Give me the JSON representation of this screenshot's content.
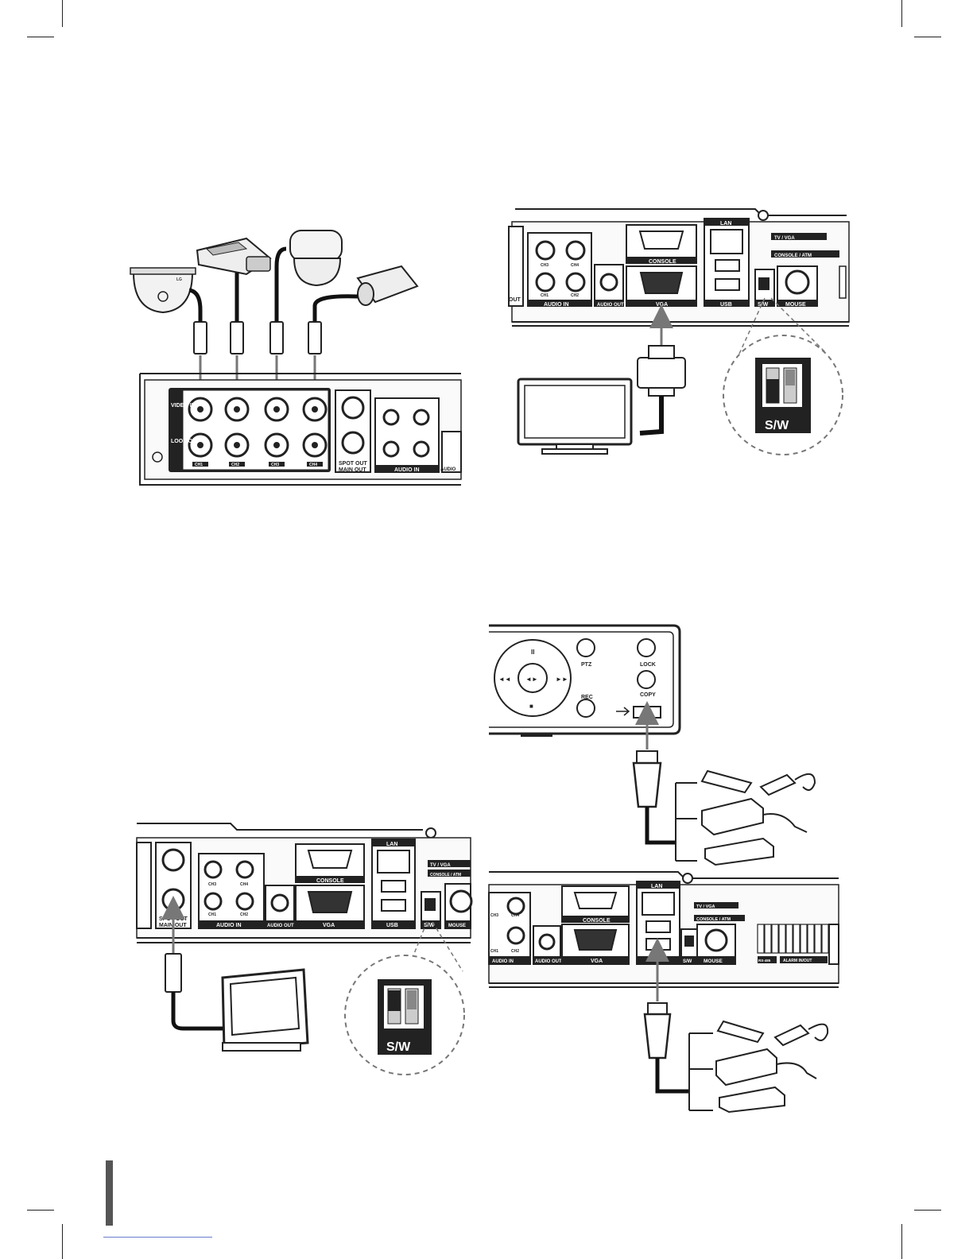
{
  "fig_video": {
    "video_in": "VIDEO IN",
    "loop_out": "LOOP OUT",
    "ch1": "CH1",
    "ch2": "CH2",
    "ch3": "CH3",
    "ch4": "CH4",
    "spot_out": "SPOT OUT",
    "main_out": "MAIN OUT",
    "audio_in": "AUDIO IN",
    "audio_cut": "AUDIO",
    "camera_logo": "LG"
  },
  "fig_vga": {
    "console": "CONSOLE",
    "vga": "VGA",
    "lan": "LAN",
    "usb": "USB",
    "sw": "S/W",
    "mouse": "MOUSE",
    "audio_in": "AUDIO IN",
    "audio_out": "AUDIO OUT",
    "ch1": "CH1",
    "ch2": "CH2",
    "ch3": "CH3",
    "ch4": "CH4",
    "tv_vga": "TV / VGA",
    "console_atm": "CONSOLE / ATM",
    "cut_left": "OUT",
    "sw_big": "S/W"
  },
  "fig_front": {
    "ptz": "PTZ",
    "lock": "LOCK",
    "rec": "REC",
    "copy": "COPY",
    "pause": "II",
    "rew": "◄◄",
    "fwd": "►►",
    "play": "◄►",
    "stop": "■"
  },
  "fig_rear_usb": {
    "console": "CONSOLE",
    "vga": "VGA",
    "lan": "LAN",
    "sw": "S/W",
    "mouse": "MOUSE",
    "audio_in": "AUDIO IN",
    "audio_out": "AUDIO OUT",
    "ch1": "CH1",
    "ch2": "CH2",
    "ch3": "CH3",
    "ch4": "CH4",
    "tv_vga": "TV / VGA",
    "console_atm": "CONSOLE / ATM",
    "rs485": "RS-485",
    "alarm_in_out": "ALARM IN/OUT"
  },
  "fig_spot": {
    "spot_out": "SPOT OUT",
    "main_out": "MAIN OUT",
    "audio_in": "AUDIO IN",
    "audio_out": "AUDIO OUT",
    "console": "CONSOLE",
    "vga": "VGA",
    "lan": "LAN",
    "usb": "USB",
    "sw": "S/W",
    "mouse": "MOUSE",
    "ch1": "CH1",
    "ch2": "CH2",
    "ch3": "CH3",
    "ch4": "CH4",
    "tv_vga": "TV / VGA",
    "console_atm": "CONSOLE / ATM",
    "sw_big": "S/W"
  }
}
